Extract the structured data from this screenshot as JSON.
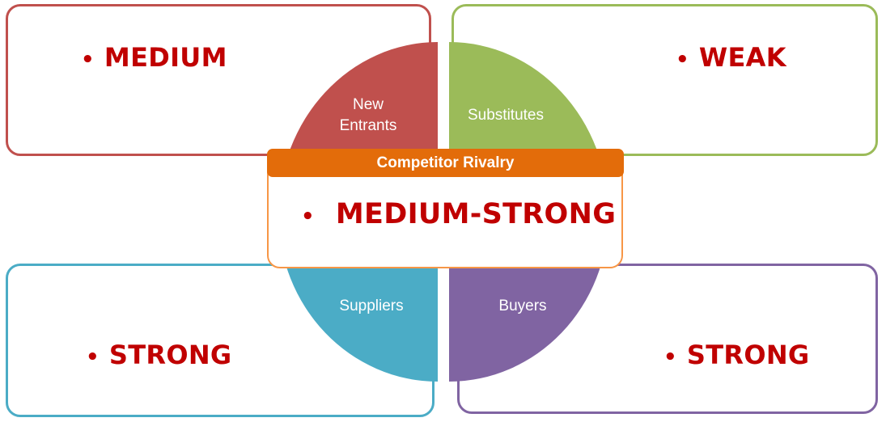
{
  "forces": {
    "new_entrants": {
      "label_line1": "New",
      "label_line2": "Entrants",
      "rating": "MEDIUM",
      "color": "#c0504d"
    },
    "substitutes": {
      "label": "Substitutes",
      "rating": "WEAK",
      "color": "#9bbb59"
    },
    "suppliers": {
      "label": "Suppliers",
      "rating": "STRONG",
      "color": "#4bacc6"
    },
    "buyers": {
      "label": "Buyers",
      "rating": "STRONG",
      "color": "#8064a2"
    }
  },
  "rivalry": {
    "title": "Competitor Rivalry",
    "rating": "MEDIUM-STRONG",
    "header_color": "#e36c0a",
    "border_color": "#f79646"
  },
  "rating_color": "#c00000",
  "bullet": "•"
}
